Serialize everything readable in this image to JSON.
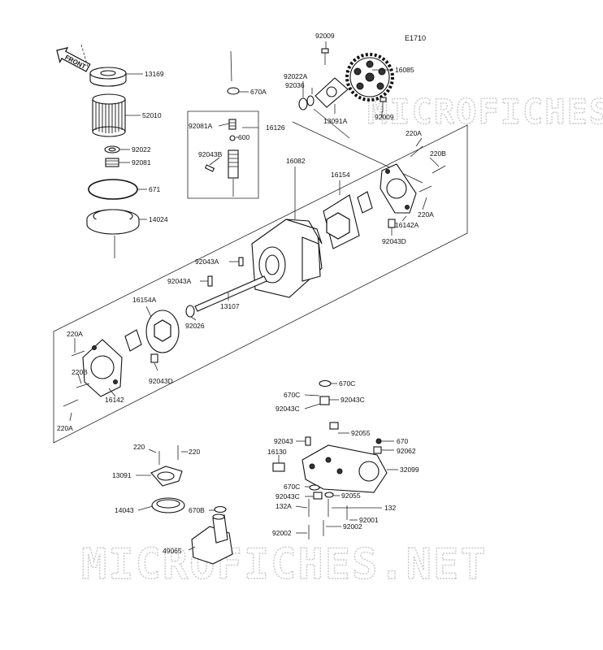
{
  "diagram_code": "E1710",
  "front_arrow_label": "FRONT",
  "watermark": "MICROFICHES.NET",
  "callouts": {
    "c13169": "13169",
    "c52010": "52010",
    "c92022": "92022",
    "c92081": "92081",
    "c671": "671",
    "c14024": "14024",
    "c92009a": "92009",
    "c92009b": "92009",
    "c92022A": "92022A",
    "c92036": "92036",
    "c16085": "16085",
    "c13091A": "13091A",
    "c670A": "670A",
    "c92081A": "92081A",
    "c16126": "16126",
    "c600": "600",
    "c92043B": "92043B",
    "c220A_t": "220A",
    "c220B_t": "220B",
    "c220A_r": "220A",
    "c16082": "16082",
    "c16154": "16154",
    "c16142A": "16142A",
    "c92043D_t": "92043D",
    "c92043A_a": "92043A",
    "c92043A_b": "92043A",
    "c13107": "13107",
    "c92026": "92026",
    "c16154A": "16154A",
    "c220A_l": "220A",
    "c220B_l": "220B",
    "c16142": "16142",
    "c92043D_l": "92043D",
    "c220A_lb": "220A",
    "c670C_a": "670C",
    "c670C_top": "670C",
    "c92043C_a": "92043C",
    "c92043C_b": "92043C",
    "c92055_a": "92055",
    "c92043": "92043",
    "c670": "670",
    "c16130": "16130",
    "c92062": "92062",
    "c32099": "32099",
    "c670C_b": "670C",
    "c92043C_c": "92043C",
    "c92055_b": "92055",
    "c132A": "132A",
    "c132": "132",
    "c92001": "92001",
    "c92002_a": "92002",
    "c92002_b": "92002",
    "c220_l": "220",
    "c220_r": "220",
    "c13091": "13091",
    "c14043": "14043",
    "c670B": "670B",
    "c49065": "49065"
  }
}
